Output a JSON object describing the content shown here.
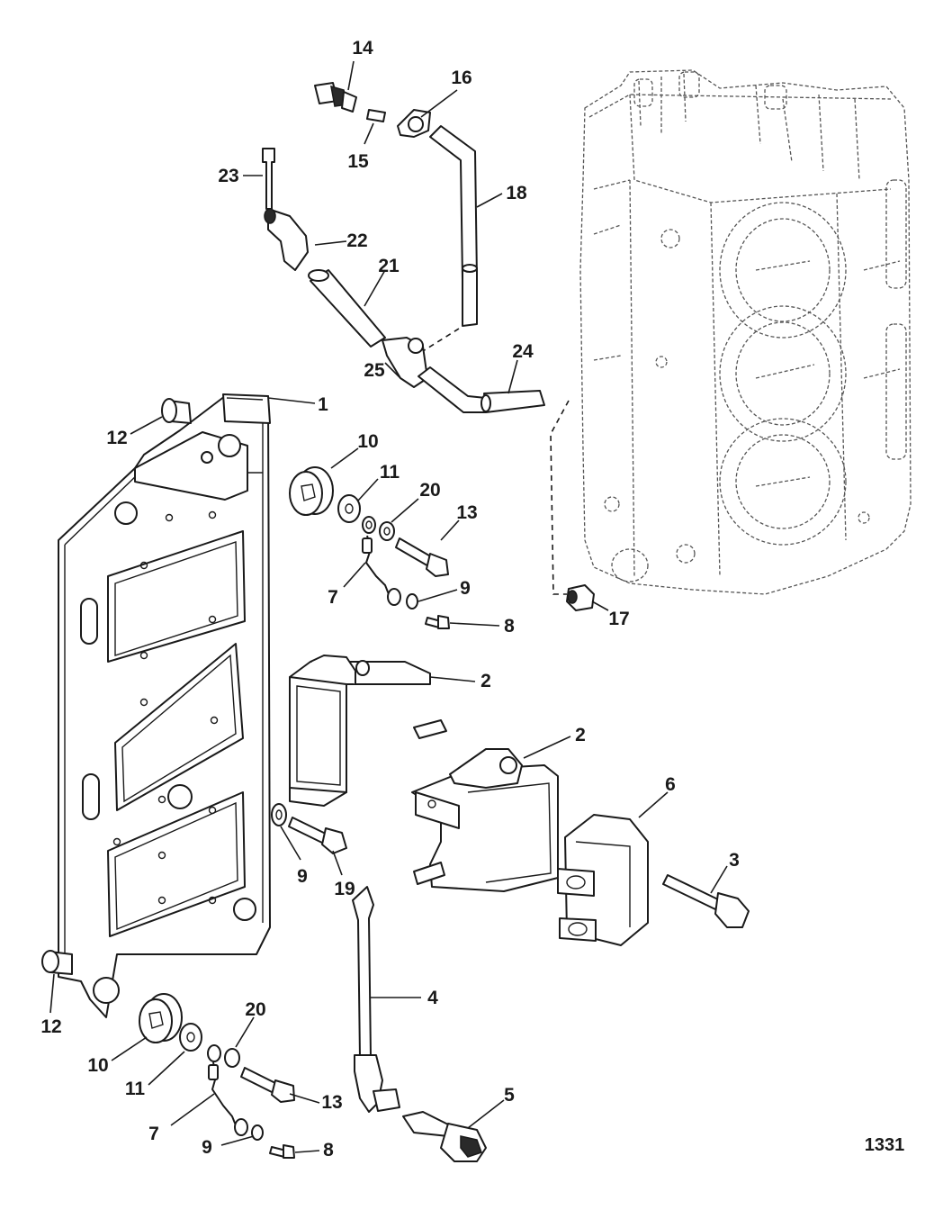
{
  "figure_number": "1331",
  "callouts": [
    {
      "id": "c14",
      "label": "14"
    },
    {
      "id": "c16",
      "label": "16"
    },
    {
      "id": "c15",
      "label": "15"
    },
    {
      "id": "c23",
      "label": "23"
    },
    {
      "id": "c18",
      "label": "18"
    },
    {
      "id": "c22",
      "label": "22"
    },
    {
      "id": "c21",
      "label": "21"
    },
    {
      "id": "c24",
      "label": "24"
    },
    {
      "id": "c25",
      "label": "25"
    },
    {
      "id": "c1",
      "label": "1"
    },
    {
      "id": "c12a",
      "label": "12"
    },
    {
      "id": "c10a",
      "label": "10"
    },
    {
      "id": "c11a",
      "label": "11"
    },
    {
      "id": "c20a",
      "label": "20"
    },
    {
      "id": "c13a",
      "label": "13"
    },
    {
      "id": "c7a",
      "label": "7"
    },
    {
      "id": "c9a",
      "label": "9"
    },
    {
      "id": "c8a",
      "label": "8"
    },
    {
      "id": "c17",
      "label": "17"
    },
    {
      "id": "c2a",
      "label": "2"
    },
    {
      "id": "c2b",
      "label": "2"
    },
    {
      "id": "c6",
      "label": "6"
    },
    {
      "id": "c3",
      "label": "3"
    },
    {
      "id": "c9b",
      "label": "9"
    },
    {
      "id": "c19",
      "label": "19"
    },
    {
      "id": "c4",
      "label": "4"
    },
    {
      "id": "c12b",
      "label": "12"
    },
    {
      "id": "c10b",
      "label": "10"
    },
    {
      "id": "c11b",
      "label": "11"
    },
    {
      "id": "c20b",
      "label": "20"
    },
    {
      "id": "c13b",
      "label": "13"
    },
    {
      "id": "c7b",
      "label": "7"
    },
    {
      "id": "c5",
      "label": "5"
    },
    {
      "id": "c9c",
      "label": "9"
    },
    {
      "id": "c8b",
      "label": "8"
    }
  ]
}
